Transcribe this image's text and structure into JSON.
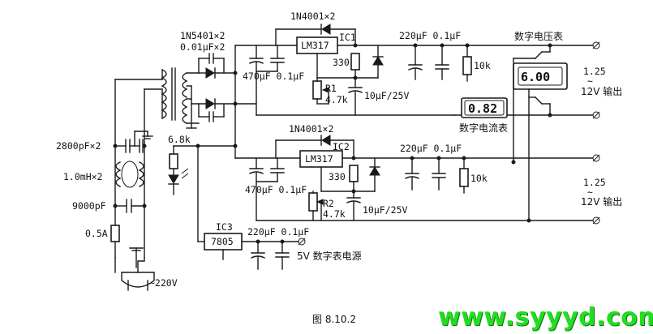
{
  "labels": {
    "d_top": "1N4001×2",
    "d_mid": "1N4001×2",
    "ic1": "IC1",
    "ic2": "IC2",
    "ic3": "IC3",
    "lm317_a": "LM317",
    "lm317_b": "LM317",
    "reg7805": "7805",
    "bridge_top": "1N5401×2",
    "bridge_cap": "0.01μF×2",
    "cin1": "470μF 0.1μF",
    "cin2": "470μF 0.1μF",
    "r330_a": "330",
    "r330_b": "330",
    "r1": "R1",
    "r1v": "4.7k",
    "r2": "R2",
    "r2v": "4.7k",
    "cadj1": "10μF/25V",
    "cadj2": "10μF/25V",
    "cout1": "220μF 0.1μF",
    "cout2": "220μF 0.1μF",
    "cout3": "220μF 0.1μF",
    "r10k_a": "10k",
    "r10k_b": "10k",
    "r68k": "6.8k",
    "c2800": "2800pF×2",
    "l1": "1.0mH×2",
    "c9000": "9000pF",
    "fuse": "0.5A",
    "mains": "~220V",
    "volt_meter_label": "数字电压表",
    "curr_meter_label": "数字电流表",
    "volt_display": "6.00",
    "curr_display": "0.82",
    "out1_a": "1.25",
    "out1_b": "~",
    "out1_c": "12V 输出",
    "out2_a": "1.25",
    "out2_b": "~",
    "out2_c": "12V 输出",
    "five_v": "5V 数字表电源",
    "figure": "图 8.10.2"
  },
  "watermark": "www.syyyd.com",
  "colors": {
    "watermark": "#22dd22",
    "ink": "#1a1a1a"
  }
}
